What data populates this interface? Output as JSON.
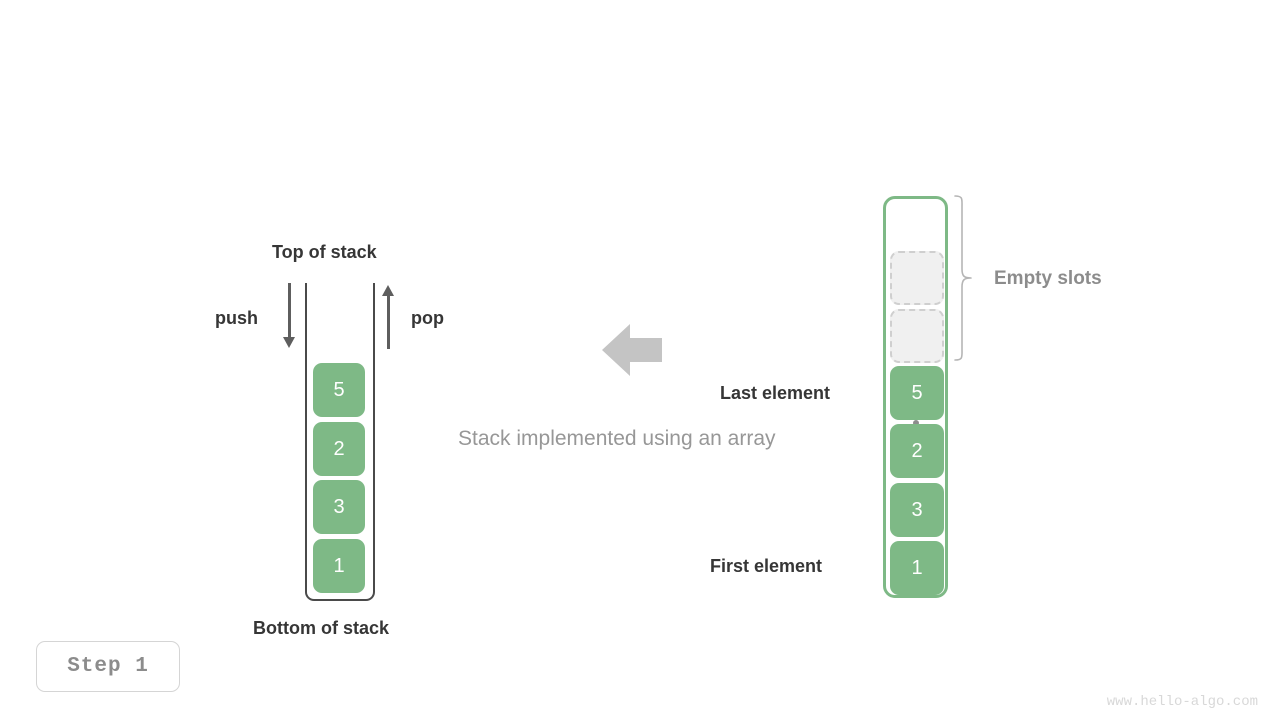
{
  "page": {
    "background": "#ffffff",
    "caption": "Stack implemented using an array",
    "watermark": "www.hello-algo.com"
  },
  "colors": {
    "cell_green": "#7eb986",
    "cell_text": "#ffffff",
    "label_dark": "#363636",
    "label_gray": "#8c8c8c",
    "caption_gray": "#979797",
    "wall_gray": "#4a4a4a",
    "arrow_gray": "#5e5e5e",
    "big_arrow_gray": "#c4c4c4",
    "empty_slot_fill": "#f0f0f0",
    "empty_slot_border": "#cfcfcf",
    "brace_gray": "#b5b5b5",
    "badge_border": "#d5d5d5",
    "watermark_gray": "#d8d8d8"
  },
  "stack_panel": {
    "top_label": "Top of stack",
    "bottom_label": "Bottom of stack",
    "push_label": "push",
    "pop_label": "pop",
    "push_icon": "arrow-down-icon",
    "pop_icon": "arrow-up-icon",
    "values": [
      "5",
      "2",
      "3",
      "1"
    ]
  },
  "transform": {
    "icon": "arrow-left-icon",
    "direction": "left"
  },
  "array_panel": {
    "empty_slots_label": "Empty slots",
    "last_element_label": "Last element",
    "first_element_label": "First element",
    "ellipsis_icon": "vertical-ellipsis-icon",
    "brace_icon": "curly-brace-right-icon",
    "empty_slot_count": 2,
    "values": [
      "5",
      "2",
      "3",
      "1"
    ]
  },
  "step_badge": {
    "label": "Step  1"
  }
}
